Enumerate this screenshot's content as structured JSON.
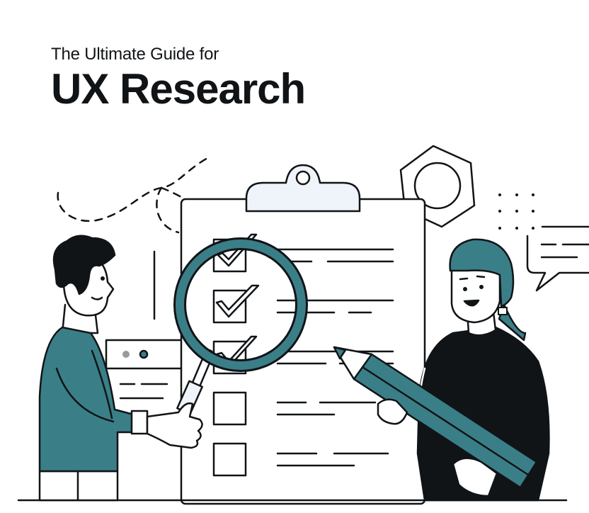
{
  "header": {
    "subtitle": "The Ultimate Guide for",
    "title": "UX Research"
  },
  "illustration": {
    "description": "Two people reviewing a checklist clipboard: one with a magnifying glass, one holding a large pencil",
    "colors": {
      "ink": "#111417",
      "teal": "#3a7f88",
      "light_blue": "#eef4f9",
      "gray_dot": "#9a9a9a",
      "background": "#ffffff"
    },
    "checklist": {
      "items": [
        {
          "checked": true
        },
        {
          "checked": true
        },
        {
          "checked": true
        },
        {
          "checked": false
        },
        {
          "checked": false
        }
      ]
    },
    "icons": [
      "hexagon-nut-icon",
      "dot-grid-icon",
      "speech-bubble-icon",
      "dashed-path-icon",
      "magnifying-glass-icon",
      "pencil-icon",
      "clipboard-icon"
    ]
  }
}
